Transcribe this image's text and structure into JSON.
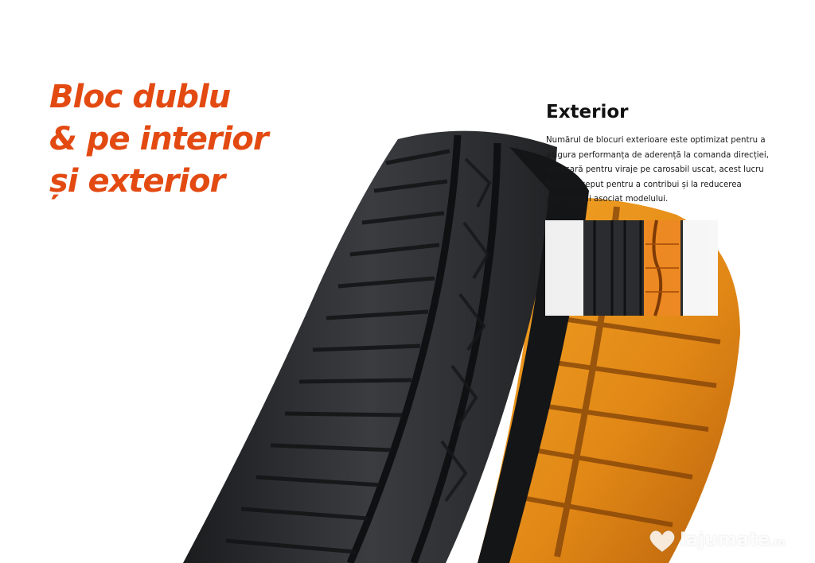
{
  "headline": {
    "lines": [
      "Bloc dublu",
      "& pe interior",
      "și exterior"
    ]
  },
  "info": {
    "title": "Exterior",
    "text": "Numărul de blocuri exterioare este optimizat pentru a asigura performanța de aderență la comanda direcției, necesară pentru viraje pe carosabil uscat, acest lucru fiind conceput pentru a contribui și la reducerea zgomotului asociat modelului."
  },
  "watermark": {
    "brand": "lajumate",
    "suffix": ".ro",
    "icon": "heart-logo-icon"
  },
  "colors": {
    "accent": "#e34a12",
    "tire_dark": "#2a2b2d",
    "highlight_orange": "#e8901e"
  }
}
